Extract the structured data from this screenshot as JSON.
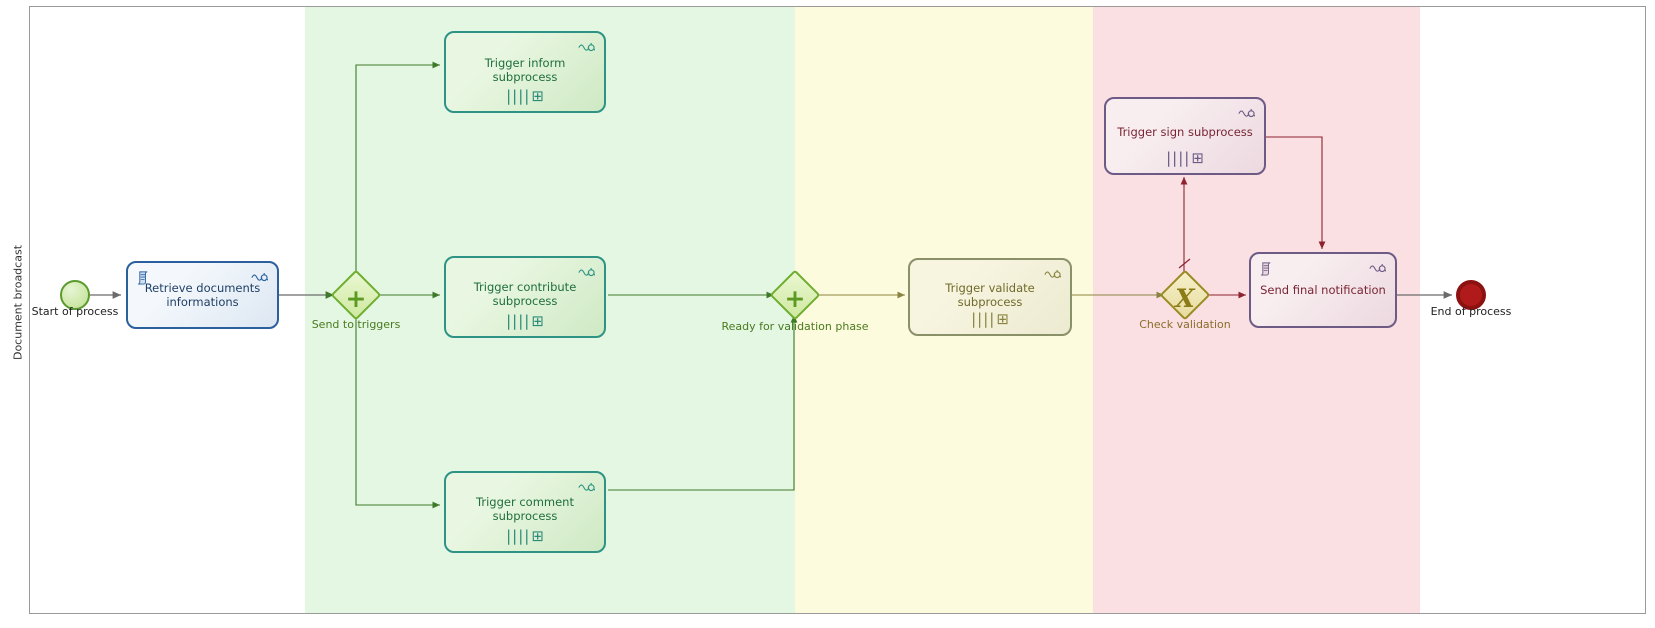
{
  "diagram": {
    "type": "bpmn-process",
    "lane_label": "Document broadcast",
    "phases": [
      {
        "name": "trigger-phase",
        "color": "#e3f7e3"
      },
      {
        "name": "validation-phase",
        "color": "#fdfbdd"
      },
      {
        "name": "sign-phase",
        "color": "#fbe0e3"
      }
    ]
  },
  "events": {
    "start": {
      "label": "Start of process",
      "color": "#5a9b2f"
    },
    "end": {
      "label": "End of process",
      "color": "#8c1212"
    }
  },
  "gateways": [
    {
      "id": "send-to-triggers",
      "label": "Send to triggers",
      "kind": "parallel",
      "glyph": "+",
      "color": "#5c9a22"
    },
    {
      "id": "ready-for-validation",
      "label": "Ready for validation phase",
      "kind": "parallel",
      "glyph": "+",
      "color": "#5c9a22"
    },
    {
      "id": "check-validation",
      "label": "Check validation",
      "kind": "exclusive",
      "glyph": "X",
      "color": "#8c7c18"
    }
  ],
  "tasks": [
    {
      "id": "retrieve-documents",
      "title": "Retrieve documents\ninformations",
      "style": "blue",
      "icon_top_left": "script-task-icon",
      "icon_top_right": "plug-connector-icon",
      "markers": ""
    },
    {
      "id": "trigger-inform-subprocess",
      "title": "Trigger inform subprocess",
      "style": "green",
      "icon_top_left": "",
      "icon_top_right": "plug-connector-icon",
      "markers": "multi-instance-parallel + collapsed-subprocess"
    },
    {
      "id": "trigger-contribute-subprocess",
      "title": "Trigger contribute\nsubprocess",
      "style": "green",
      "icon_top_left": "",
      "icon_top_right": "plug-connector-icon",
      "markers": "multi-instance-parallel + collapsed-subprocess"
    },
    {
      "id": "trigger-comment-subprocess",
      "title": "Trigger comment\nsubprocess",
      "style": "green",
      "icon_top_left": "",
      "icon_top_right": "plug-connector-icon",
      "markers": "multi-instance-parallel + collapsed-subprocess"
    },
    {
      "id": "trigger-validate-subprocess",
      "title": "Trigger validate subprocess",
      "style": "olive",
      "icon_top_left": "",
      "icon_top_right": "plug-connector-icon",
      "markers": "multi-instance-parallel + collapsed-subprocess"
    },
    {
      "id": "trigger-sign-subprocess",
      "title": "Trigger sign subprocess",
      "style": "purple",
      "icon_top_left": "",
      "icon_top_right": "plug-connector-icon",
      "markers": "multi-instance-parallel + collapsed-subprocess"
    },
    {
      "id": "send-final-notification",
      "title": "Send final notification",
      "style": "purple",
      "icon_top_left": "script-task-icon",
      "icon_top_right": "plug-connector-icon",
      "markers": ""
    }
  ],
  "markers": {
    "multi_instance_parallel": "||||",
    "collapsed_subprocess": "⊞"
  }
}
